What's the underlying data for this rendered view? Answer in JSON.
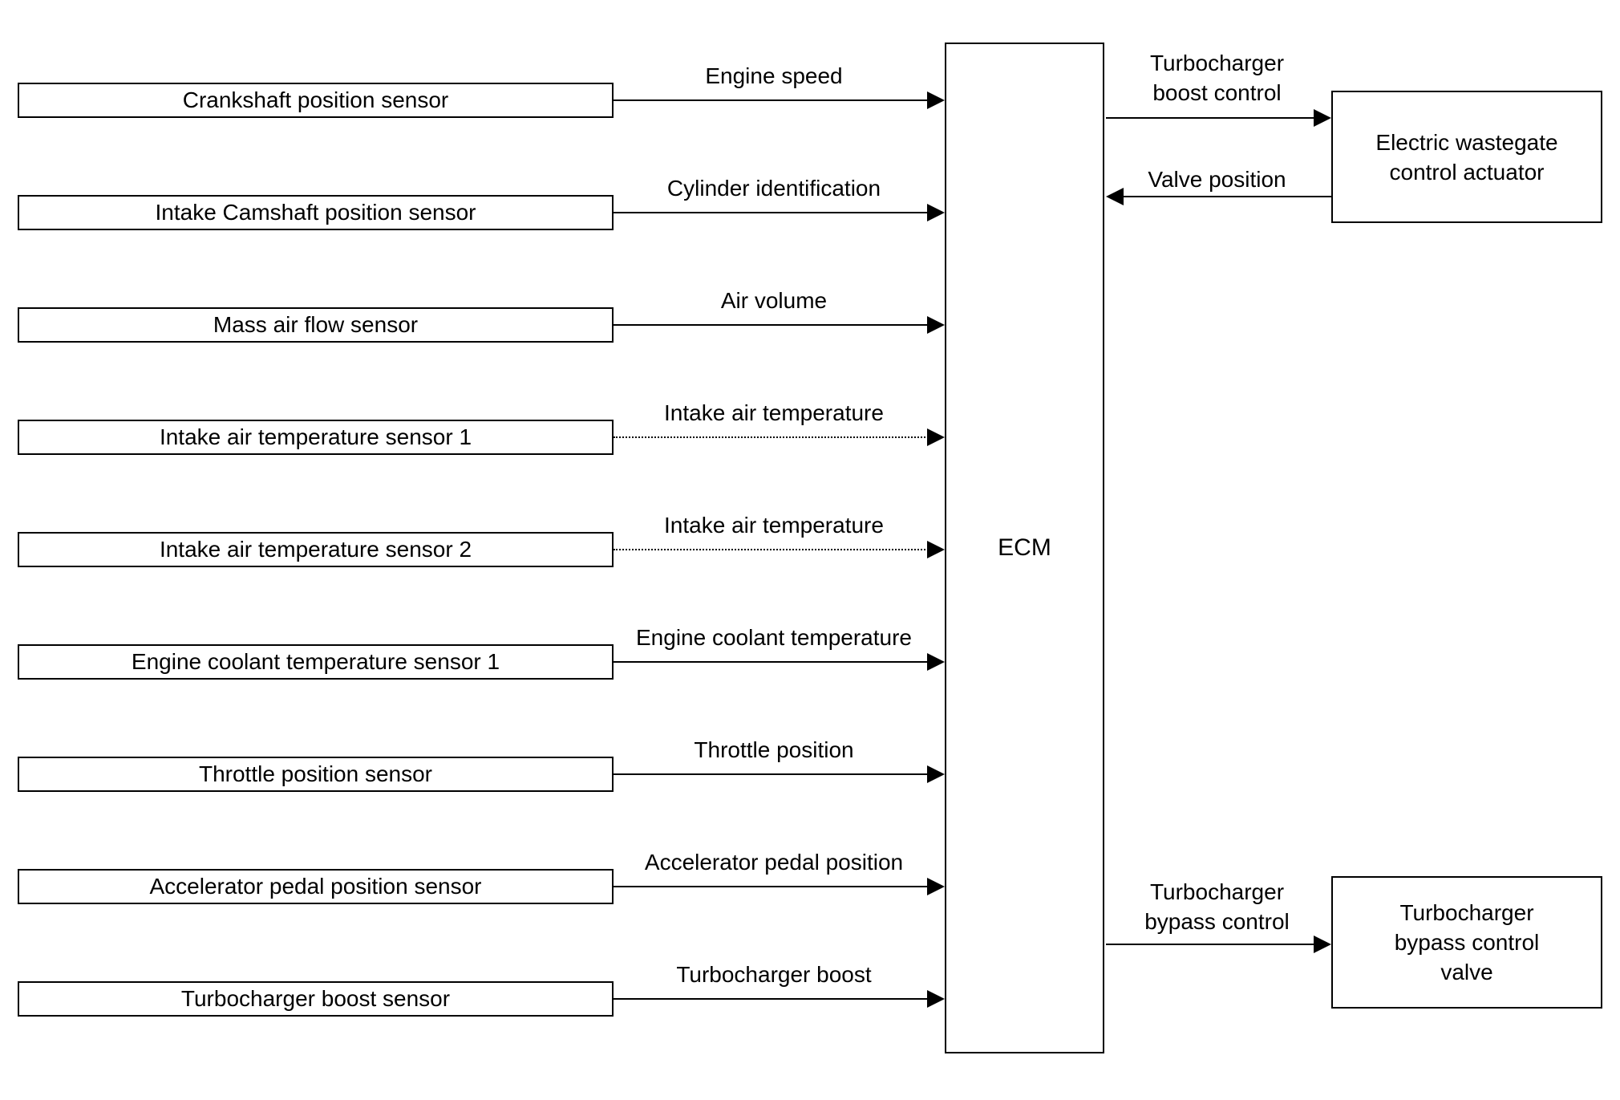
{
  "colors": {
    "background": "#ffffff",
    "ink": "#000000",
    "box_fill": "#ffffff"
  },
  "ecm": {
    "label": "ECM"
  },
  "sensors": [
    {
      "label": "Crankshaft position sensor",
      "signal": "Engine speed",
      "connector_class": "connector solid"
    },
    {
      "label": "Intake Camshaft position sensor",
      "signal": "Cylinder identification",
      "connector_class": "connector solid"
    },
    {
      "label": "Mass air flow sensor",
      "signal": "Air volume",
      "connector_class": "connector solid"
    },
    {
      "label": "Intake air temperature sensor 1",
      "signal": "Intake air temperature",
      "connector_class": "connector dotted"
    },
    {
      "label": "Intake air temperature sensor 2",
      "signal": "Intake air temperature",
      "connector_class": "connector dotted"
    },
    {
      "label": "Engine coolant temperature sensor 1",
      "signal": "Engine coolant temperature",
      "connector_class": "connector solid"
    },
    {
      "label": "Throttle position sensor",
      "signal": "Throttle position",
      "connector_class": "connector solid"
    },
    {
      "label": "Accelerator pedal position sensor",
      "signal": "Accelerator pedal position",
      "connector_class": "connector solid"
    },
    {
      "label": "Turbocharger boost sensor",
      "signal": "Turbocharger boost",
      "connector_class": "connector solid"
    }
  ],
  "outputs": {
    "wastegate": {
      "label": "Electric wastegate control actuator",
      "control_signal": "Turbocharger boost control",
      "feedback_signal": "Valve position"
    },
    "bypass": {
      "label": "Turbocharger bypass control valve",
      "control_signal": "Turbocharger bypass control"
    }
  }
}
